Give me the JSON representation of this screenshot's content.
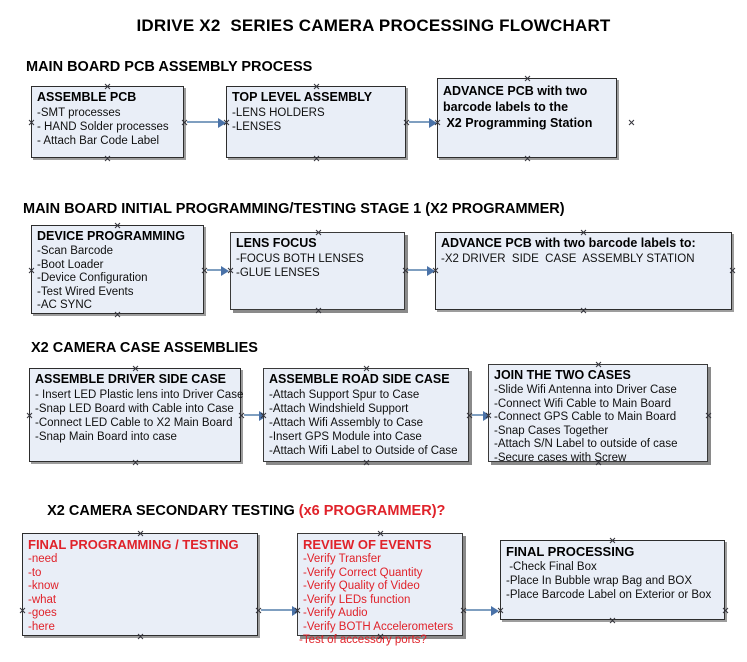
{
  "document": {
    "title": "IDRIVE X2  SERIES CAMERA PROCESSING FLOWCHART",
    "colors": {
      "box_fill": "#e9eef7",
      "box_border": "#2d2d2d",
      "accent_red": "#e0222a",
      "connector": "#7f9fc0",
      "text": "#101010"
    }
  },
  "sections": [
    {
      "id": "pcb-assembly",
      "heading": "MAIN BOARD PCB ASSEMBLY PROCESS",
      "heading_accent": "",
      "nodes": [
        {
          "id": "assemble-pcb",
          "title": "ASSEMBLE PCB",
          "lines": [
            "-SMT processes",
            "- HAND Solder processes",
            "- Attach Bar Code Label"
          ]
        },
        {
          "id": "top-level-assembly",
          "title": "TOP LEVEL ASSEMBLY",
          "lines": [
            "-LENS HOLDERS",
            "-LENSES"
          ]
        },
        {
          "id": "advance-pcb-programming-station",
          "title": "ADVANCE PCB with two",
          "title_lines": [
            "ADVANCE PCB with two",
            "barcode labels to the",
            " X2 Programming Station"
          ],
          "lines": []
        }
      ]
    },
    {
      "id": "initial-programming",
      "heading": "MAIN BOARD INITIAL PROGRAMMING/TESTING STAGE 1 (X2 PROGRAMMER)",
      "heading_accent": "",
      "nodes": [
        {
          "id": "device-programming",
          "title": "DEVICE PROGRAMMING",
          "lines": [
            "-Scan Barcode",
            "-Boot Loader",
            "-Device Configuration",
            "-Test Wired Events",
            "-AC SYNC"
          ]
        },
        {
          "id": "lens-focus",
          "title": "LENS FOCUS",
          "lines": [
            "-FOCUS BOTH LENSES",
            "-GLUE LENSES"
          ]
        },
        {
          "id": "advance-pcb-driver-side",
          "title": "ADVANCE PCB with two barcode labels to:",
          "lines": [
            "-X2 DRIVER  SIDE  CASE  ASSEMBLY STATION"
          ]
        }
      ]
    },
    {
      "id": "case-assemblies",
      "heading": "X2 CAMERA CASE ASSEMBLIES",
      "heading_accent": "",
      "nodes": [
        {
          "id": "assemble-driver-side-case",
          "title": "ASSEMBLE DRIVER SIDE CASE",
          "lines": [
            "- Insert LED Plastic lens into Driver Case",
            "-Snap LED Board with Cable into Case",
            "-Connect LED Cable to X2 Main Board",
            "-Snap Main Board into case"
          ]
        },
        {
          "id": "assemble-road-side-case",
          "title": "ASSEMBLE ROAD SIDE CASE",
          "lines": [
            "-Attach Support Spur to Case",
            "-Attach Windshield Support",
            "-Attach Wifi Assembly to Case",
            "-Insert GPS Module into Case",
            "-Attach Wifi Label to Outside of Case"
          ]
        },
        {
          "id": "join-the-two-cases",
          "title": "JOIN THE TWO CASES",
          "lines": [
            "-Slide Wifi Antenna into Driver Case",
            "-Connect Wifi Cable to Main Board",
            "-Connect GPS Cable to Main Board",
            "-Snap Cases Together",
            "-Attach S/N Label to outside of case",
            "-Secure cases with Screw"
          ]
        }
      ]
    },
    {
      "id": "secondary-testing",
      "heading": "X2 CAMERA SECONDARY TESTING ",
      "heading_accent": "(x6 PROGRAMMER)?",
      "nodes": [
        {
          "id": "final-programming-testing",
          "title": "FINAL PROGRAMMING / TESTING",
          "lines": [
            "-need",
            "-to",
            "-know",
            "-what",
            "-goes",
            "-here"
          ]
        },
        {
          "id": "review-of-events",
          "title": "REVIEW OF EVENTS",
          "lines": [
            "-Verify Transfer",
            "-Verify Correct Quantity",
            "-Verify Quality of Video",
            "-Verify LEDs function",
            "-Verify Audio",
            "-Verify BOTH Accelerometers"
          ],
          "overflow_line": "-Test of accessory ports?"
        },
        {
          "id": "final-processing",
          "title": "FINAL PROCESSING",
          "lines": [
            " -Check Final Box",
            "-Place In Bubble wrap Bag and BOX",
            "-Place Barcode Label on Exterior or Box"
          ]
        }
      ]
    }
  ]
}
